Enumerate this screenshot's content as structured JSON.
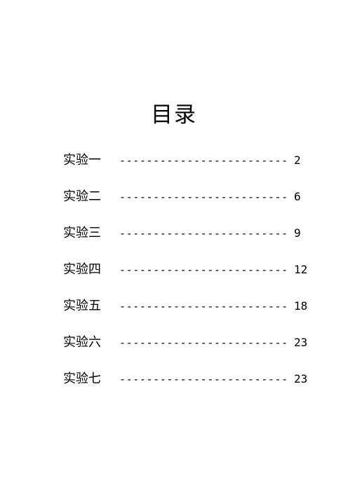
{
  "document": {
    "title": "目录",
    "entries": [
      {
        "label": "实验一",
        "leader": "-------------------------",
        "page": "2"
      },
      {
        "label": "实验二",
        "leader": "-------------------------",
        "page": "6"
      },
      {
        "label": "实验三",
        "leader": "-------------------------",
        "page": "9"
      },
      {
        "label": "实验四",
        "leader": "-------------------------",
        "page": "12"
      },
      {
        "label": "实验五",
        "leader": "-------------------------",
        "page": "18"
      },
      {
        "label": "实验六",
        "leader": "-------------------------",
        "page": "23"
      },
      {
        "label": "实验七",
        "leader": "-------------------------",
        "page": "23"
      }
    ]
  }
}
